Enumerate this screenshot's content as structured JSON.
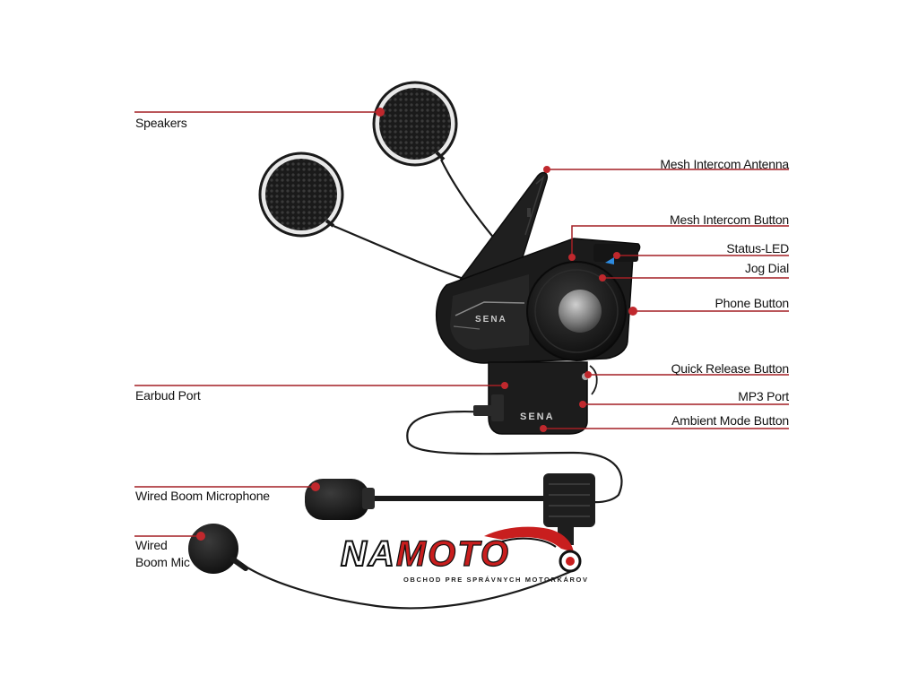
{
  "colors": {
    "leader": "#a31f24",
    "dot": "#c0282d",
    "device": "#1b1b1b",
    "logo_red": "#c81e1e"
  },
  "labels": {
    "speakers": "Speakers",
    "mesh_intercom_antenna": "Mesh Intercom Antenna",
    "mesh_intercom_button": "Mesh Intercom Button",
    "status_led": "Status-LED",
    "jog_dial": "Jog Dial",
    "phone_button": "Phone Button",
    "quick_release_button": "Quick Release Button",
    "earbud_port": "Earbud Port",
    "mp3_port": "MP3 Port",
    "ambient_mode_button": "Ambient Mode Button",
    "wired_boom_microphone": "Wired Boom Microphone",
    "wired_boom_mic_line1": "Wired",
    "wired_boom_mic_line2": "Boom Mic"
  },
  "device": {
    "brand": "SENA"
  },
  "logo": {
    "part1": "NA",
    "part2": "MOTO",
    "tagline": "OBCHOD PRE SPRÁVNYCH MOTORKÁROV"
  }
}
